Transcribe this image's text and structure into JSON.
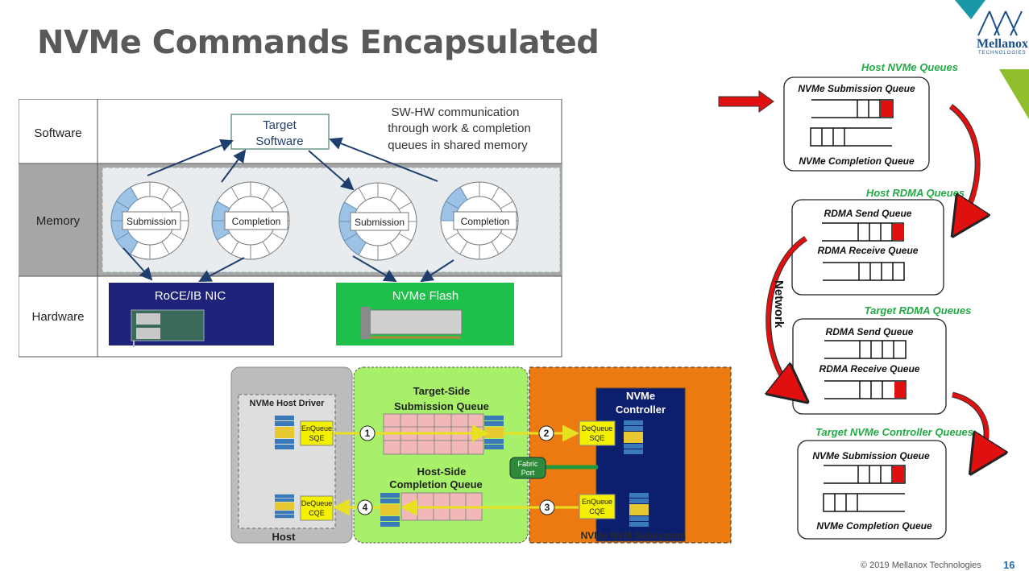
{
  "slide": {
    "title": "NVMe Commands Encapsulated",
    "footer": "© 2019 Mellanox Technologies",
    "page_number": "16"
  },
  "logo": {
    "text": "Mellanox",
    "sub": "TECHNOLOGIES"
  },
  "colors": {
    "accent_teal": "#1a98a8",
    "accent_green": "#8fbf2c",
    "queue_label_green": "#22aa44",
    "red_arrow": "#e01010",
    "nic_blue": "#1f237a",
    "flash_green": "#1fc04a"
  },
  "top_diagram": {
    "rows": [
      "Software",
      "Memory",
      "Hardware"
    ],
    "target_software": [
      "Target",
      "Software"
    ],
    "note": [
      "SW-HW communication",
      "through work & completion",
      "queues in shared memory"
    ],
    "rings": [
      "Submission",
      "Completion",
      "Submission",
      "Completion"
    ],
    "nic_label": "RoCE/IB NIC",
    "flash_label": "NVMe Flash"
  },
  "bottom_diagram": {
    "host_label": "Host",
    "host_driver": "NVMe Host Driver",
    "enqueue_sqe": [
      "EnQueue",
      "SQE"
    ],
    "dequeue_cqe": [
      "DeQueue",
      "CQE"
    ],
    "target_sq": [
      "Target-Side",
      "Submission Queue"
    ],
    "host_cq": [
      "Host-Side",
      "Completion Queue"
    ],
    "fabric_port": [
      "Fabric",
      "Port"
    ],
    "subsystem_label": "NVMe NVM Subsystem",
    "controller": [
      "NVMe",
      "Controller"
    ],
    "ctrl_dequeue_sqe": [
      "DeQueue",
      "SQE"
    ],
    "ctrl_enqueue_cqe": [
      "EnQueue",
      "CQE"
    ],
    "steps": [
      "1",
      "2",
      "3",
      "4"
    ]
  },
  "right_diagram": {
    "host_nvme_queues": "Host NVMe Queues",
    "host_rdma_queues": "Host RDMA Queues",
    "target_rdma_queues": "Target RDMA Queues",
    "target_nvme_ctrl_queues": "Target NVMe Controller Queues",
    "nvme_submission_queue": "NVMe Submission Queue",
    "nvme_completion_queue": "NVMe Completion Queue",
    "rdma_send_queue": "RDMA Send Queue",
    "rdma_receive_queue": "RDMA Receive Queue",
    "network": "Network"
  }
}
